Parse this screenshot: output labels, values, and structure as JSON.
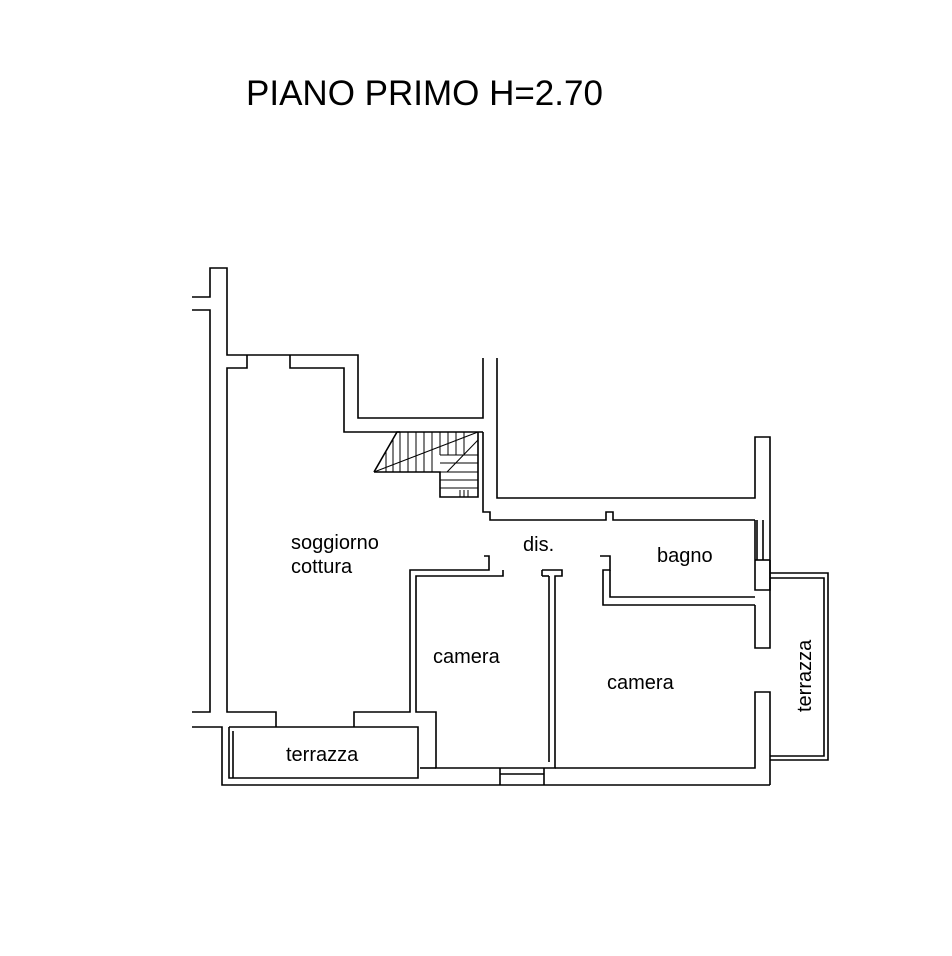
{
  "title": "PIANO PRIMO H=2.70",
  "rooms": {
    "living": {
      "line1": "soggiorno",
      "line2": "cottura"
    },
    "hallway": "dis.",
    "bathroom": "bagno",
    "bedroom_left": "camera",
    "bedroom_right": "camera",
    "terrace_bottom": "terrazza",
    "terrace_right": "terrazza"
  },
  "colors": {
    "wall": "#000000",
    "background": "#ffffff"
  }
}
